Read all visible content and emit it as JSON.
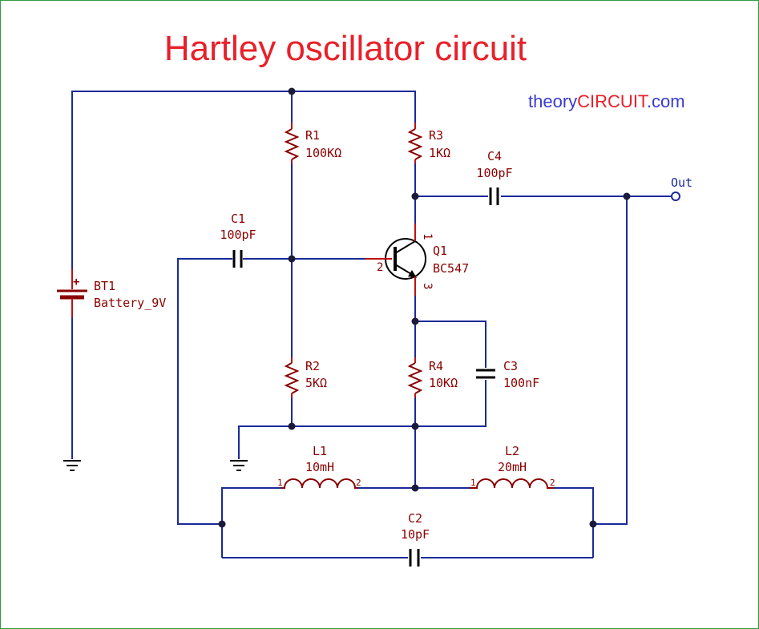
{
  "title": "Hartley oscillator circuit",
  "brand": {
    "part1": "theory",
    "part2": "CIRCUIT",
    "part3": ".com"
  },
  "colors": {
    "title": "#e8202a",
    "brand_blue": "#3a3ad0",
    "brand_red": "#e8202a",
    "wire": "#1a2a99",
    "component": "#8a0000"
  },
  "components": {
    "bt1": {
      "ref": "BT1",
      "value": "Battery_9V",
      "plus": "+"
    },
    "r1": {
      "ref": "R1",
      "value": "100KΩ"
    },
    "r2": {
      "ref": "R2",
      "value": "5KΩ"
    },
    "r3": {
      "ref": "R3",
      "value": "1KΩ"
    },
    "r4": {
      "ref": "R4",
      "value": "10KΩ"
    },
    "c1": {
      "ref": "C1",
      "value": "100pF"
    },
    "c2": {
      "ref": "C2",
      "value": "10pF"
    },
    "c3": {
      "ref": "C3",
      "value": "100nF"
    },
    "c4": {
      "ref": "C4",
      "value": "100pF"
    },
    "l1": {
      "ref": "L1",
      "value": "10mH",
      "pin1": "1",
      "pin2": "2"
    },
    "l2": {
      "ref": "L2",
      "value": "20mH",
      "pin1": "1",
      "pin2": "2"
    },
    "q1": {
      "ref": "Q1",
      "value": "BC547",
      "pin_collector": "1",
      "pin_base": "2",
      "pin_emitter": "3"
    }
  },
  "output_label": "Out"
}
